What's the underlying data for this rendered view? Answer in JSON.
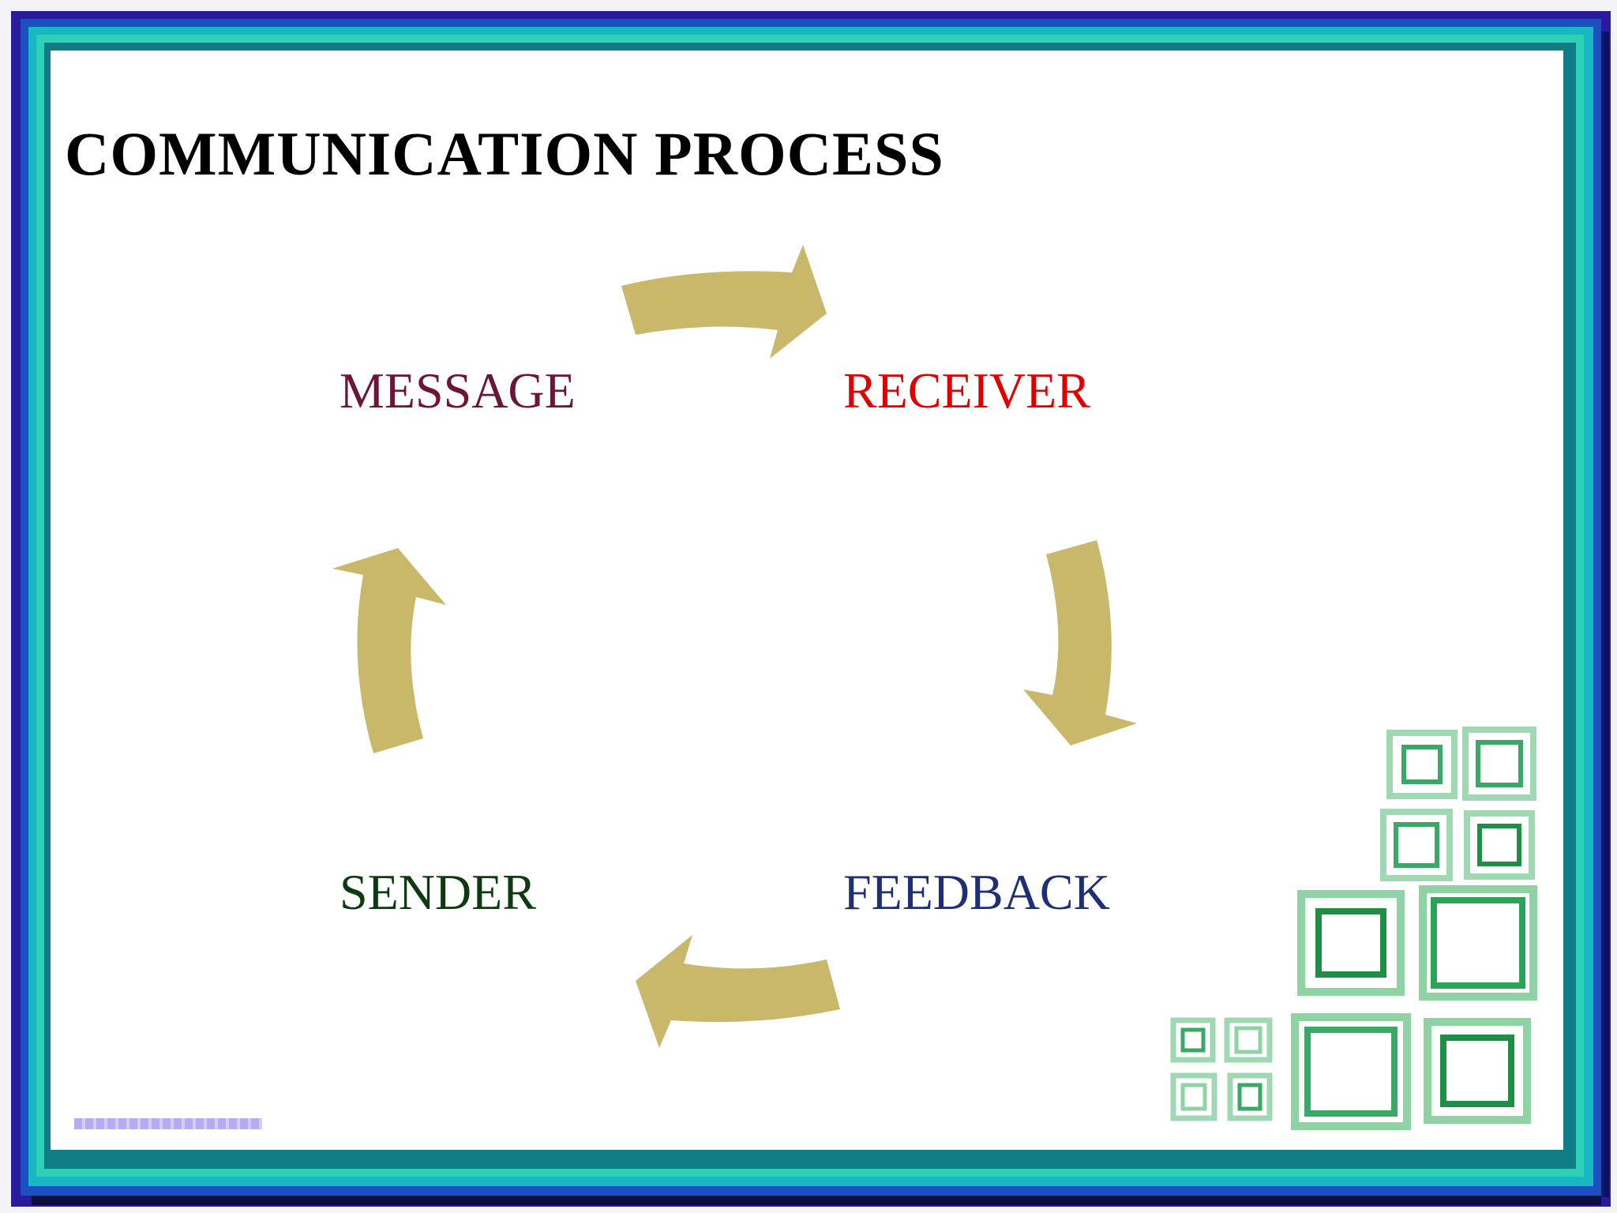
{
  "slide": {
    "title": "COMMUNICATION PROCESS"
  },
  "cycle": {
    "nodes": [
      {
        "label": "MESSAGE",
        "color": "#6b1538"
      },
      {
        "label": "RECEIVER",
        "color": "#e00000"
      },
      {
        "label": "FEEDBACK",
        "color": "#1e2f78"
      },
      {
        "label": "SENDER",
        "color": "#0e3a10"
      }
    ],
    "arrow_color": "#c9b86a",
    "direction": "clockwise"
  },
  "frame": {
    "colors": [
      "#2a1a9c",
      "#1c4fbf",
      "#18b7c4",
      "#2ed0b8",
      "#0f7c86"
    ]
  },
  "decoration": {
    "type": "green-square-frames",
    "colors": [
      "#2aa457",
      "#8fd3a4",
      "#1f8f45"
    ]
  }
}
